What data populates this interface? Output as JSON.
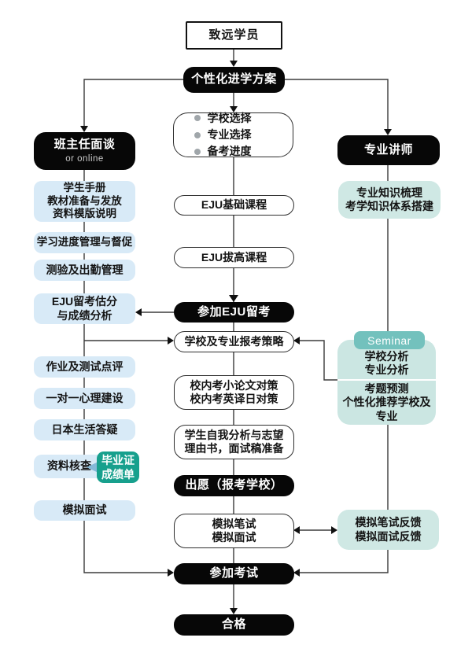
{
  "nodes": {
    "start": "致远学员",
    "plan": "个性化进学方案"
  },
  "left": {
    "header": "班主任面谈",
    "header_sub": "or  online",
    "items": [
      "学生手册\n教材准备与发放\n资料模版说明",
      "学习进度管理与督促",
      "测验及出勤管理",
      "EJU留考估分\n与成绩分析",
      "作业及测试点评",
      "一对一心理建设",
      "日本生活答疑",
      "资料核查",
      "模拟面试"
    ],
    "callout": "毕业证\n成绩单"
  },
  "middle": {
    "goals": [
      "学校选择",
      "专业选择",
      "备考进度"
    ],
    "steps": [
      "EJU基础课程",
      "EJU拔高课程",
      "参加EJU留考",
      "学校及专业报考策略",
      "校内考小论文对策\n校内考英译日对策",
      "学生自我分析与志望\n理由书，面试稿准备",
      "出愿（报考学校）",
      "模拟笔试\n模拟面试",
      "参加考试",
      "合格"
    ]
  },
  "right": {
    "header": "专业讲师",
    "item": "专业知识梳理\n考学知识体系搭建",
    "seminar": {
      "tab": "Seminar",
      "top": "学校分析\n专业分析",
      "bottom": "考题预测\n个性化推荐学校及\n专业"
    },
    "feedback": "模拟笔试反馈\n模拟面试反馈"
  },
  "colors": {
    "black_node": "#070707",
    "light_blue": "#d8eaf7",
    "light_teal": "#cfe8e4",
    "seminar_tab_teal": "#73c1bd",
    "callout_green": "#17a08d",
    "line": "#3b3b3b"
  }
}
